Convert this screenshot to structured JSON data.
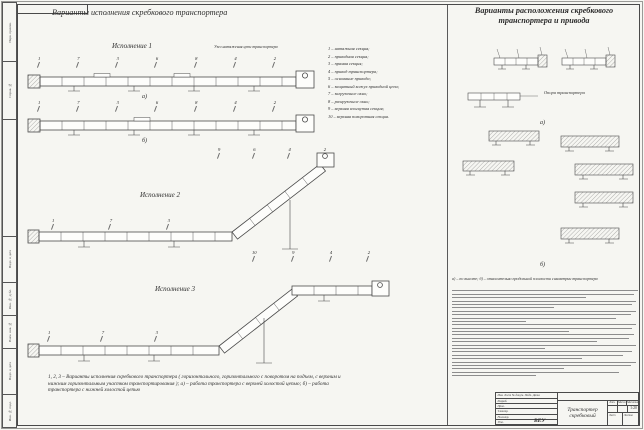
{
  "sheet": {
    "title_left": "Варианты исполнения скребкового транспортера",
    "title_right": "Варианты расположения скребкового транспортера и привода"
  },
  "left": {
    "variant1_label": "Исполнение  1",
    "variant2_label": "Исполнение  2",
    "variant3_label": "Исполнение  3",
    "tension_unit_label": "Узел натяжения цепи транспортера",
    "sub_a": "а)",
    "sub_b": "б)",
    "legend": [
      "1 –  натяжная секция;",
      "2 –  приводная секция;",
      "3 –  прямая секция;",
      "4 –  привод транспортера;",
      "5 –  основание привода;",
      "6 –  защитный кожух приводной цепи;",
      "7 –  загрузочное окно;",
      "8 –  разгрузочное окно;",
      "9 –  верхняя изогнутая секция;",
      "10 – верхняя поворотная секция."
    ],
    "callouts_v1a": [
      "1",
      "7",
      "3",
      "6",
      "8",
      "4",
      "2"
    ],
    "callouts_v1b": [
      "1",
      "7",
      "3",
      "6",
      "8",
      "4",
      "2"
    ],
    "callouts_v2_top": [
      "9",
      "6",
      "4",
      "2"
    ],
    "callouts_v2_bottom": [
      "1",
      "7",
      "3"
    ],
    "callouts_v3_top": [
      "10",
      "9",
      "4",
      "2"
    ],
    "callouts_v3_bottom": [
      "1",
      "7",
      "3"
    ],
    "footnote": "1, 2, 3 – Варианты исполнения скребкового транспортера ( горизонтального, горизонтального с поворотом на подъем, с верхним и нижним горизонтальным участком транспортирования );  а) – работа транспортера с верхней холостой цепью;  б) – работа транспортера с нижней холостой цепью"
  },
  "right": {
    "support_label": "Опора транспортера",
    "sub_a": "а)",
    "sub_b": "б)",
    "note_intro": "а) – по высоте;  б) – относительно продольной плоскости симметрии транспортера"
  },
  "margin": [
    "Перв. примен.",
    "Справ. №",
    "Подп. и дата",
    "Инв. № дубл.",
    "Взам. инв. №",
    "Подп. и дата",
    "Инв. № подл."
  ],
  "title_block": {
    "header_cols": "Изм.  Лист  № докум.  Подп.  Дата",
    "role_rows": [
      "Разраб.",
      "Пров.",
      "Т.контр.",
      "Н.контр.",
      "Утв."
    ],
    "doc_name": "Транспортер скребковый",
    "lit_label": "Лит.",
    "mass_label": "Масса",
    "scale_label": "Масштаб",
    "scale_value": "1:20",
    "sheet_label": "Лист",
    "sheets_label": "Листов",
    "logo": "ВЕУ"
  }
}
